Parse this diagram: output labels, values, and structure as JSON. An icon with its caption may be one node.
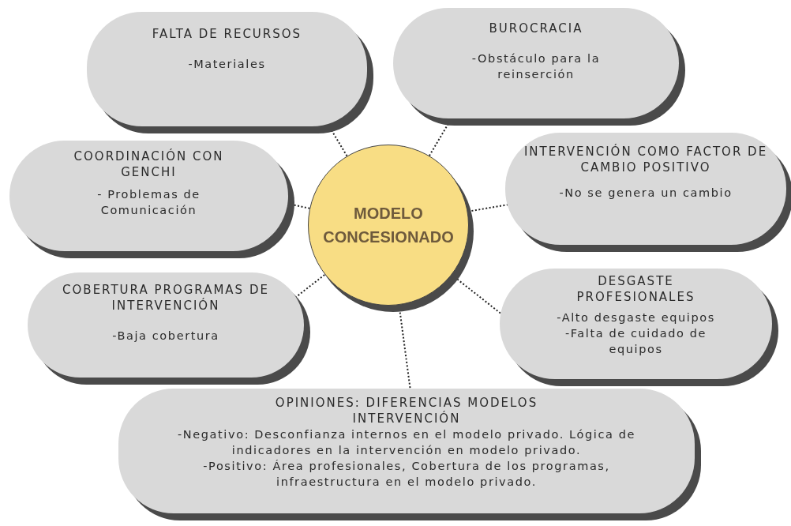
{
  "diagram": {
    "nodes": [
      {
        "text": [
          "MODELO CONCESIONADO"
        ]
      },
      {
        "text": [
          "FALTA DE RECURSOS",
          "-Materiales"
        ]
      },
      {
        "text": [
          "BUROCRACIA",
          "-Obstáculo para la reinserción"
        ]
      },
      {
        "text": [
          "COORDINACIÓN CON GENCHI",
          "- Problemas de Comunicación"
        ]
      },
      {
        "text": [
          "INTERVENCIÓN COMO FACTOR DE CAMBIO POSITIVO",
          "-No se genera un cambio"
        ]
      },
      {
        "text": [
          "COBERTURA PROGRAMAS DE INTERVENCIÓN",
          "-Baja cobertura"
        ]
      },
      {
        "text": [
          "DESGASTE PROFESIONALES",
          "-Alto desgaste equipos",
          "-Falta de cuidado de equipos"
        ]
      },
      {
        "text": [
          "OPINIONES: DIFERENCIAS MODELOS INTERVENCIÓN",
          "-Negativo: Desconfianza internos en el modelo privado. Lógica de indicadores en la intervención en modelo privado.",
          "-Positivo: Área profesionales, Cobertura de los programas, infraestructura en el modelo privado."
        ]
      }
    ],
    "edges": [
      {
        "from": 0,
        "to": 1,
        "arrow": "none",
        "style": "dashed"
      },
      {
        "from": 0,
        "to": 2,
        "arrow": "none",
        "style": "dashed"
      },
      {
        "from": 0,
        "to": 3,
        "arrow": "none",
        "style": "dashed"
      },
      {
        "from": 0,
        "to": 4,
        "arrow": "none",
        "style": "dashed"
      },
      {
        "from": 0,
        "to": 5,
        "arrow": "none",
        "style": "dashed"
      },
      {
        "from": 0,
        "to": 6,
        "arrow": "none",
        "style": "dashed"
      },
      {
        "from": 0,
        "to": 7,
        "arrow": "none",
        "style": "dashed"
      }
    ]
  }
}
